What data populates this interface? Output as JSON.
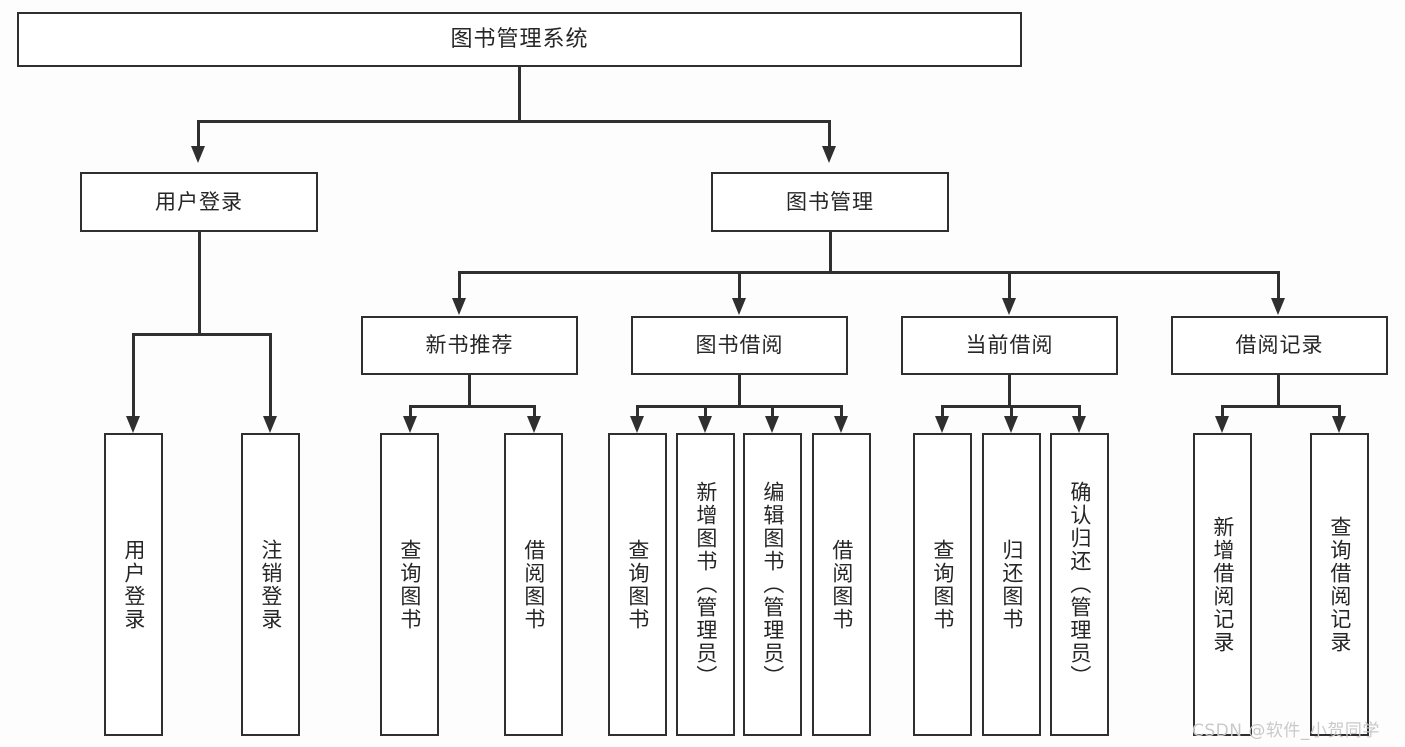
{
  "diagram": {
    "title": "图书管理系统",
    "type": "tree-hierarchy",
    "root": {
      "label": "图书管理系统"
    },
    "level2": [
      {
        "id": "user-login",
        "label": "用户登录"
      },
      {
        "id": "book-manage",
        "label": "图书管理"
      }
    ],
    "level3": [
      {
        "id": "new-book-recommend",
        "label": "新书推荐"
      },
      {
        "id": "book-borrow",
        "label": "图书借阅"
      },
      {
        "id": "current-borrow",
        "label": "当前借阅"
      },
      {
        "id": "borrow-record",
        "label": "借阅记录"
      }
    ],
    "leaves": {
      "user_login": [
        {
          "id": "leaf-user-login",
          "label": "用户登录"
        },
        {
          "id": "leaf-user-logout",
          "label": "注销登录"
        }
      ],
      "new_book_recommend": [
        {
          "id": "leaf-query-book-1",
          "label": "查询图书"
        },
        {
          "id": "leaf-borrow-book-1",
          "label": "借阅图书"
        }
      ],
      "book_borrow": [
        {
          "id": "leaf-query-book-2",
          "label": "查询图书"
        },
        {
          "id": "leaf-add-book",
          "label": "新增图书（管理员）"
        },
        {
          "id": "leaf-edit-book",
          "label": "编辑图书（管理员）"
        },
        {
          "id": "leaf-borrow-book-2",
          "label": "借阅图书"
        }
      ],
      "current_borrow": [
        {
          "id": "leaf-query-book-3",
          "label": "查询图书"
        },
        {
          "id": "leaf-return-book",
          "label": "归还图书"
        },
        {
          "id": "leaf-confirm-return",
          "label": "确认归还（管理员）"
        }
      ],
      "borrow_record": [
        {
          "id": "leaf-add-record",
          "label": "新增借阅记录"
        },
        {
          "id": "leaf-query-record",
          "label": "查询借阅记录"
        }
      ]
    }
  },
  "watermark": {
    "text": "CSDN @软件_小贺同学"
  },
  "colors": {
    "background": "#fdfdfd",
    "box_border": "#2f2f2f",
    "box_fill": "#ffffff",
    "text": "#262626",
    "connector": "#2f2f2f",
    "watermark": "#c9c9c9"
  }
}
